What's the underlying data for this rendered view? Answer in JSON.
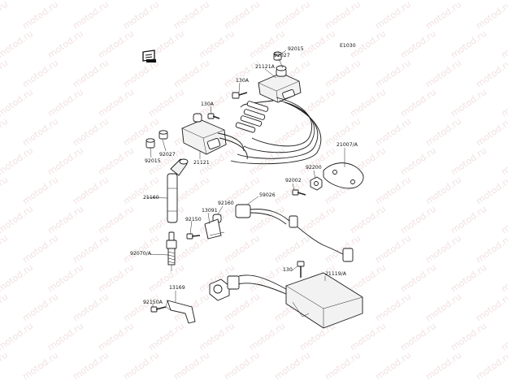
{
  "watermark": "motod.ru",
  "diagram_code": "E1030",
  "callouts": [
    {
      "id": "92015_top",
      "text": "92015"
    },
    {
      "id": "92027_top",
      "text": "92027"
    },
    {
      "id": "21121A",
      "text": "21121A"
    },
    {
      "id": "130A_top",
      "text": "130A"
    },
    {
      "id": "130A_left",
      "text": "130A"
    },
    {
      "id": "92027_left",
      "text": "92027"
    },
    {
      "id": "92015_left",
      "text": "92015"
    },
    {
      "id": "21121",
      "text": "21121"
    },
    {
      "id": "21007A",
      "text": "21007/A"
    },
    {
      "id": "92200",
      "text": "92200"
    },
    {
      "id": "92002",
      "text": "92002"
    },
    {
      "id": "59026",
      "text": "59026"
    },
    {
      "id": "92160",
      "text": "92160"
    },
    {
      "id": "21160",
      "text": "21160"
    },
    {
      "id": "13091",
      "text": "13091"
    },
    {
      "id": "92150",
      "text": "92150"
    },
    {
      "id": "92070A",
      "text": "92070/A"
    },
    {
      "id": "130",
      "text": "130"
    },
    {
      "id": "21119A",
      "text": "21119/A"
    },
    {
      "id": "13169",
      "text": "13169"
    },
    {
      "id": "92150A",
      "text": "92150A"
    }
  ],
  "colors": {
    "background": "#ffffff",
    "ink": "#1a1a1a",
    "watermark": "#e7c9c9"
  },
  "icons": [
    "manual-book-icon"
  ]
}
